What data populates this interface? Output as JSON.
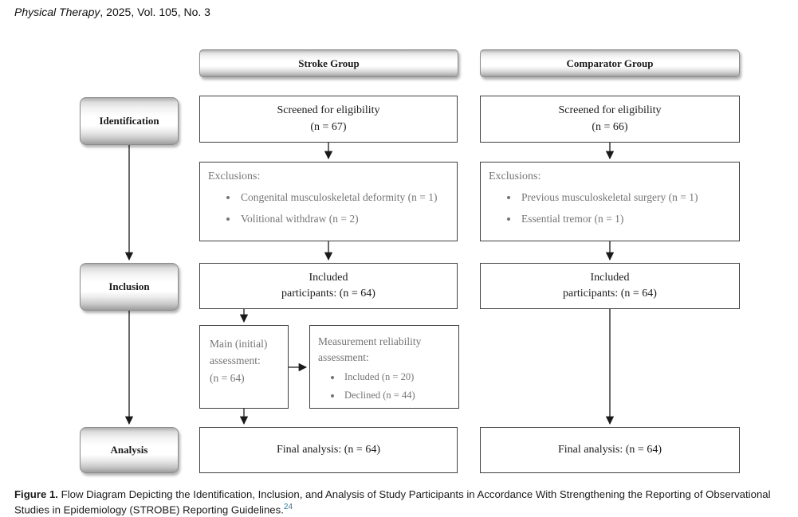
{
  "page": {
    "journal_title_italic": "Physical Therapy",
    "journal_title_rest": ", 2025, Vol. 105, No. 3"
  },
  "headers": {
    "stroke": "Stroke Group",
    "comparator": "Comparator Group"
  },
  "stages": {
    "identification": "Identification",
    "inclusion": "Inclusion",
    "analysis": "Analysis"
  },
  "stroke": {
    "screened": {
      "line1": "Screened for eligibility",
      "line2": "(n = 67)"
    },
    "exclusions": {
      "title": "Exclusions:",
      "items": [
        "Congenital musculoskeletal deformity (n = 1)",
        "Volitional withdraw (n = 2)"
      ]
    },
    "included": {
      "line1": "Included",
      "line2": "participants: (n = 64)"
    },
    "main_assessment": {
      "line1": "Main (initial)",
      "line2": "assessment:",
      "line3": "(n = 64)"
    },
    "reliability": {
      "title_line1": "Measurement reliability",
      "title_line2": "assessment:",
      "items": [
        "Included (n = 20)",
        "Declined (n = 44)"
      ]
    },
    "final": "Final analysis: (n = 64)"
  },
  "comparator": {
    "screened": {
      "line1": "Screened for eligibility",
      "line2": "(n = 66)"
    },
    "exclusions": {
      "title": "Exclusions:",
      "items": [
        "Previous musculoskeletal surgery (n = 1)",
        "Essential tremor (n = 1)"
      ]
    },
    "included": {
      "line1": "Included",
      "line2": "participants: (n = 64)"
    },
    "final": "Final analysis: (n = 64)"
  },
  "caption": {
    "label": "Figure 1.",
    "text": " Flow Diagram Depicting the Identification, Inclusion, and Analysis of Study Participants in Accordance With Strengthening the Reporting of Observational Studies in Epidemiology (STROBE) Reporting Guidelines.",
    "ref": "24"
  },
  "colors": {
    "muted_text": "#757575",
    "box_border": "#3f3f3f",
    "reference_link": "#2b7a9e"
  }
}
